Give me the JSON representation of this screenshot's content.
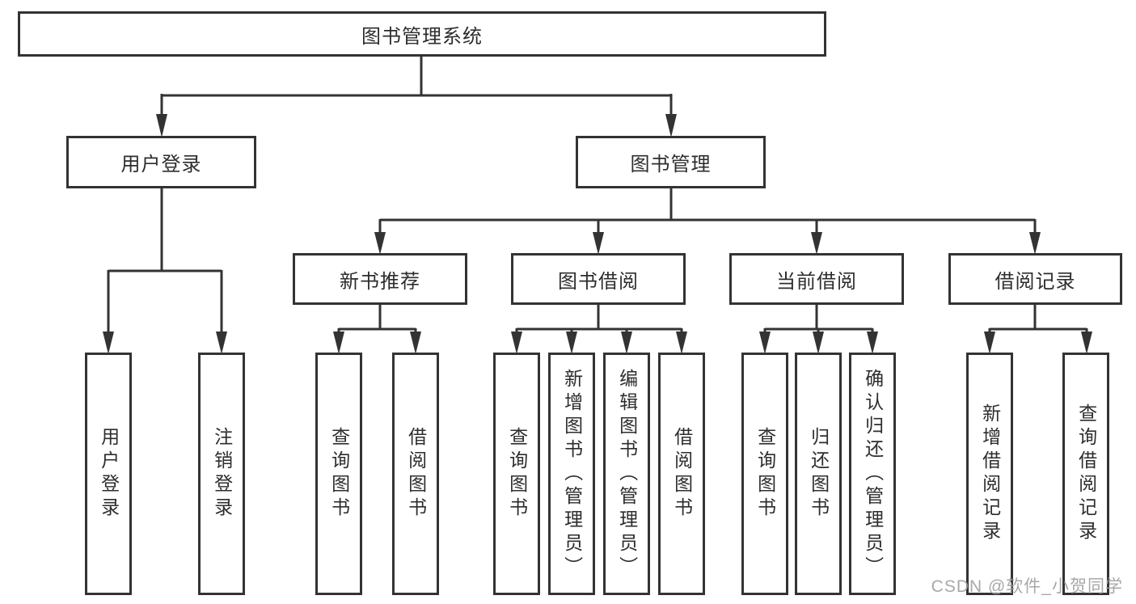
{
  "tree": {
    "root": {
      "label": "图书管理系统"
    },
    "branches": [
      {
        "label": "用户登录",
        "children": [
          {
            "label": "用户登录"
          },
          {
            "label": "注销登录"
          }
        ]
      },
      {
        "label": "图书管理",
        "children": [
          {
            "label": "新书推荐",
            "children": [
              {
                "label": "查询图书"
              },
              {
                "label": "借阅图书"
              }
            ]
          },
          {
            "label": "图书借阅",
            "children": [
              {
                "label": "查询图书"
              },
              {
                "label": "新增图书（管理员）"
              },
              {
                "label": "编辑图书（管理员）"
              },
              {
                "label": "借阅图书"
              }
            ]
          },
          {
            "label": "当前借阅",
            "children": [
              {
                "label": "查询图书"
              },
              {
                "label": "归还图书"
              },
              {
                "label": "确认归还（管理员）"
              }
            ]
          },
          {
            "label": "借阅记录",
            "children": [
              {
                "label": "新增借阅记录"
              },
              {
                "label": "查询借阅记录"
              }
            ]
          }
        ]
      }
    ]
  },
  "watermark": "CSDN @软件_小贺同学",
  "colors": {
    "line": "#333333",
    "box_border": "#333333",
    "text": "#2d2d2d",
    "watermark": "#9e9e9e",
    "background": "#ffffff"
  }
}
